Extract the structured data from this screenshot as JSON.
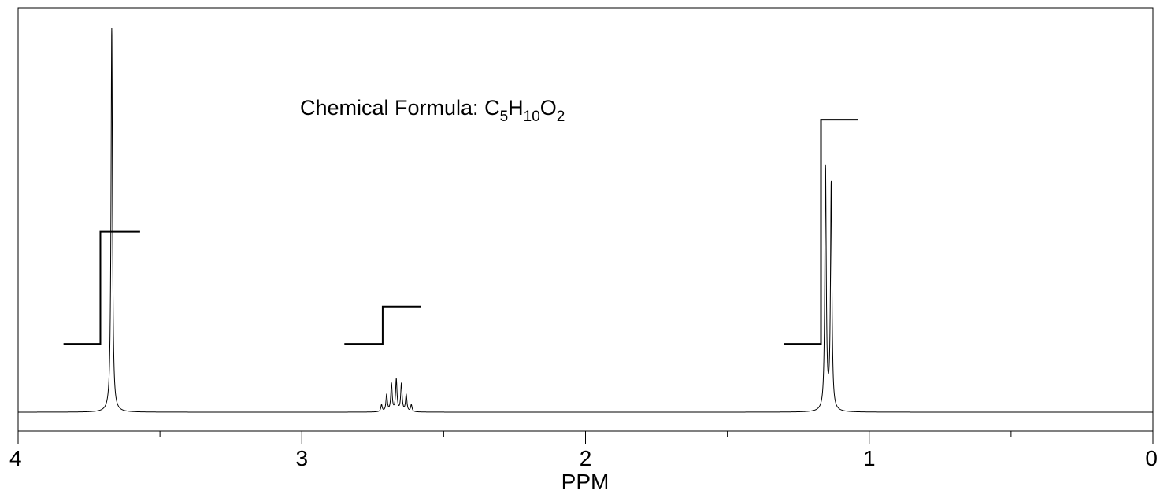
{
  "chart_data": {
    "type": "line",
    "xlabel": "PPM",
    "xlim": [
      4,
      0
    ],
    "x_reversed": true,
    "grid": false,
    "legend": "none",
    "major_ticks": [
      4,
      3,
      2,
      1,
      0
    ],
    "tick_labels": [
      "4",
      "3",
      "2",
      "1",
      "0"
    ],
    "minor_ticks": [
      3.5,
      2.5,
      1.5,
      0.5
    ],
    "annotation": {
      "prefix": "Chemical Formula: ",
      "parts": [
        {
          "text": "C",
          "sub": false
        },
        {
          "text": "5",
          "sub": true
        },
        {
          "text": "H",
          "sub": false
        },
        {
          "text": "10",
          "sub": true
        },
        {
          "text": "O",
          "sub": false
        },
        {
          "text": "2",
          "sub": true
        }
      ]
    },
    "peaks": [
      {
        "ppm": 3.67,
        "height": 1.0,
        "width": 0.003
      },
      {
        "ppm": 2.719,
        "height": 0.018,
        "width": 0.003
      },
      {
        "ppm": 2.701,
        "height": 0.044,
        "width": 0.003
      },
      {
        "ppm": 2.684,
        "height": 0.072,
        "width": 0.003
      },
      {
        "ppm": 2.667,
        "height": 0.083,
        "width": 0.003
      },
      {
        "ppm": 2.649,
        "height": 0.072,
        "width": 0.003
      },
      {
        "ppm": 2.632,
        "height": 0.044,
        "width": 0.003
      },
      {
        "ppm": 2.614,
        "height": 0.018,
        "width": 0.003
      },
      {
        "ppm": 1.154,
        "height": 0.63,
        "width": 0.003
      },
      {
        "ppm": 1.134,
        "height": 0.588,
        "width": 0.003
      }
    ],
    "integrals": [
      {
        "ppm_start": 3.84,
        "ppm_step": 3.71,
        "ppm_end": 3.57,
        "low": 0.178,
        "high": 0.47
      },
      {
        "ppm_start": 2.85,
        "ppm_step": 2.715,
        "ppm_end": 2.58,
        "low": 0.178,
        "high": 0.275
      },
      {
        "ppm_start": 1.3,
        "ppm_step": 1.17,
        "ppm_end": 1.04,
        "low": 0.178,
        "high": 0.762
      }
    ]
  }
}
